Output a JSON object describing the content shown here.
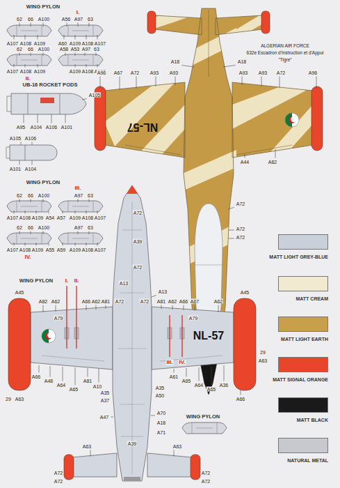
{
  "diagram": {
    "labels": [
      "WING PYLON",
      "I.",
      "62",
      "66",
      "A100",
      "A107",
      "A108",
      "A109",
      "A56",
      "A97",
      "63",
      "A60",
      "A109",
      "A108",
      "A107",
      "62",
      "66",
      "A100",
      "A58",
      "A53",
      "A97",
      "63",
      "A107",
      "A108",
      "A109",
      "A109",
      "A108",
      "A107",
      "II.",
      "UB-16 ROCKET PODS",
      "A105",
      "A95",
      "A104",
      "A106",
      "A101",
      "A105",
      "A106",
      "A101",
      "A104",
      "WING PYLON",
      "III.",
      "62",
      "66",
      "A100",
      "A97",
      "63",
      "A107",
      "A108",
      "A109",
      "A54",
      "A57",
      "A109",
      "A108",
      "A107",
      "62",
      "66",
      "A100",
      "A97",
      "63",
      "A107",
      "A108",
      "A109",
      "A55",
      "A59",
      "A109",
      "A108",
      "A107",
      "IV.",
      "ALGERIAN AIR FORCE",
      "632e Escadron d'Instruction et d'Appui",
      "\"Tigre\"",
      "A18",
      "A18",
      "A96",
      "A67",
      "A72",
      "A93",
      "A93",
      "A93",
      "A93",
      "A72",
      "A96",
      "NL-57",
      "A44",
      "A82",
      "A72",
      "A72",
      "A72",
      "A72",
      "A39",
      "A72",
      "WING PYLON",
      "I.",
      "II.",
      "A13",
      "A13",
      "A45",
      "A82",
      "A62",
      "A79",
      "A66",
      "A62",
      "A81",
      "A72",
      "A72",
      "A81",
      "A62",
      "A66",
      "A67",
      "A62",
      "A45",
      "A79",
      "NL-57",
      "29",
      "A63",
      "A66",
      "A48",
      "A64",
      "A65",
      "A81",
      "A10",
      "A35",
      "A37",
      "A35",
      "A50",
      "A61",
      "A65",
      "A64",
      "A65",
      "A36",
      "A66",
      "III.",
      "IV.",
      "29",
      "A63",
      "A47",
      "A70",
      "A18",
      "A71",
      "A39",
      "WING PYLON",
      "A63",
      "A63",
      "A72",
      "A72",
      "A72",
      "A72"
    ],
    "legend": [
      {
        "text": "MATT LIGHT GREY-BLUE",
        "color": "#c9d0da"
      },
      {
        "text": "MATT CREAM",
        "color": "#f2ead0"
      },
      {
        "text": "MATT LIGHT EARTH",
        "color": "#c8a04c"
      },
      {
        "text": "MATT SIGNAL ORANGE",
        "color": "#e8452c"
      },
      {
        "text": "MATT BLACK",
        "color": "#1a1a1a"
      },
      {
        "text": "NATURAL METAL",
        "color": "#c7c9ce"
      }
    ]
  }
}
